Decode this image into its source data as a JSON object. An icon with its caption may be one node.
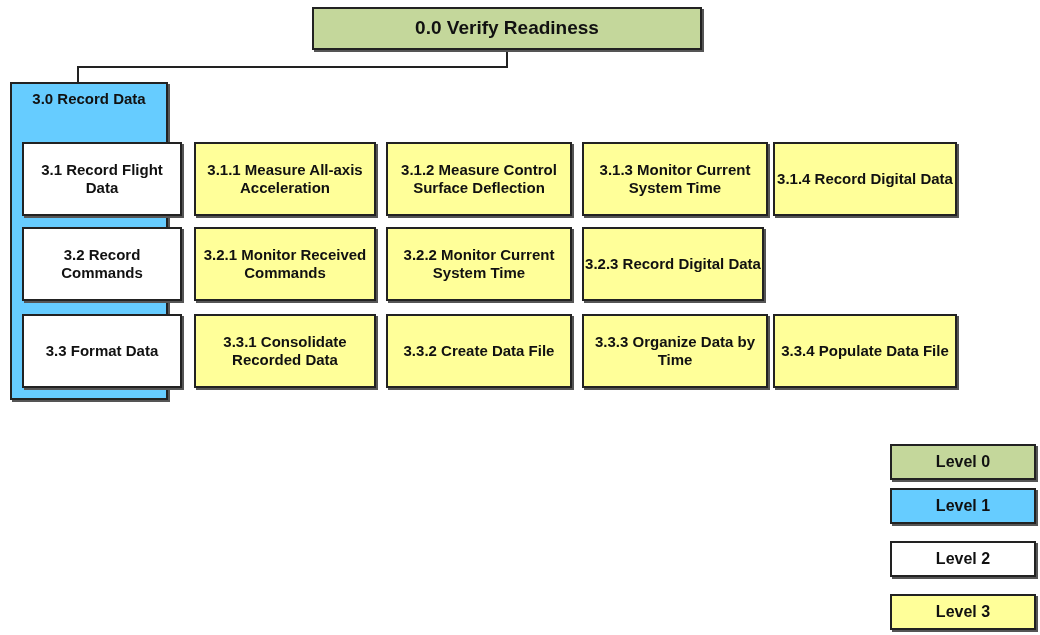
{
  "diagram": {
    "nodes": [
      {
        "text": [
          "0.0 Verify Readiness"
        ]
      },
      {
        "text": [
          "3.0 Record Data"
        ]
      },
      {
        "text": [
          "3.1 Record Flight Data"
        ]
      },
      {
        "text": [
          "3.1.1 Measure All-axis Acceleration"
        ]
      },
      {
        "text": [
          "3.1.2 Measure Control Surface Deflection"
        ]
      },
      {
        "text": [
          "3.1.3 Monitor Current System Time"
        ]
      },
      {
        "text": [
          "3.1.4 Record Digital Data"
        ]
      },
      {
        "text": [
          "3.2 Record Commands"
        ]
      },
      {
        "text": [
          "3.2.1 Monitor Received Commands"
        ]
      },
      {
        "text": [
          "3.2.2 Monitor Current System Time"
        ]
      },
      {
        "text": [
          "3.2.3 Record Digital Data"
        ]
      },
      {
        "text": [
          "3.3 Format Data"
        ]
      },
      {
        "text": [
          "3.3.1 Consolidate Recorded Data"
        ]
      },
      {
        "text": [
          "3.3.2 Create Data File"
        ]
      },
      {
        "text": [
          "3.3.3 Organize Data by Time"
        ]
      },
      {
        "text": [
          "3.3.4 Populate Data File"
        ]
      }
    ],
    "edges": [
      {
        "from": 0,
        "to": 1,
        "arrow": "none"
      }
    ],
    "legend": [
      {
        "text": "Level 0",
        "color": "#c4d79b"
      },
      {
        "text": "Level 1",
        "color": "#66ccff"
      },
      {
        "text": "Level 2",
        "color": "#ffffff"
      },
      {
        "text": "Level 3",
        "color": "#ffff99"
      }
    ]
  }
}
